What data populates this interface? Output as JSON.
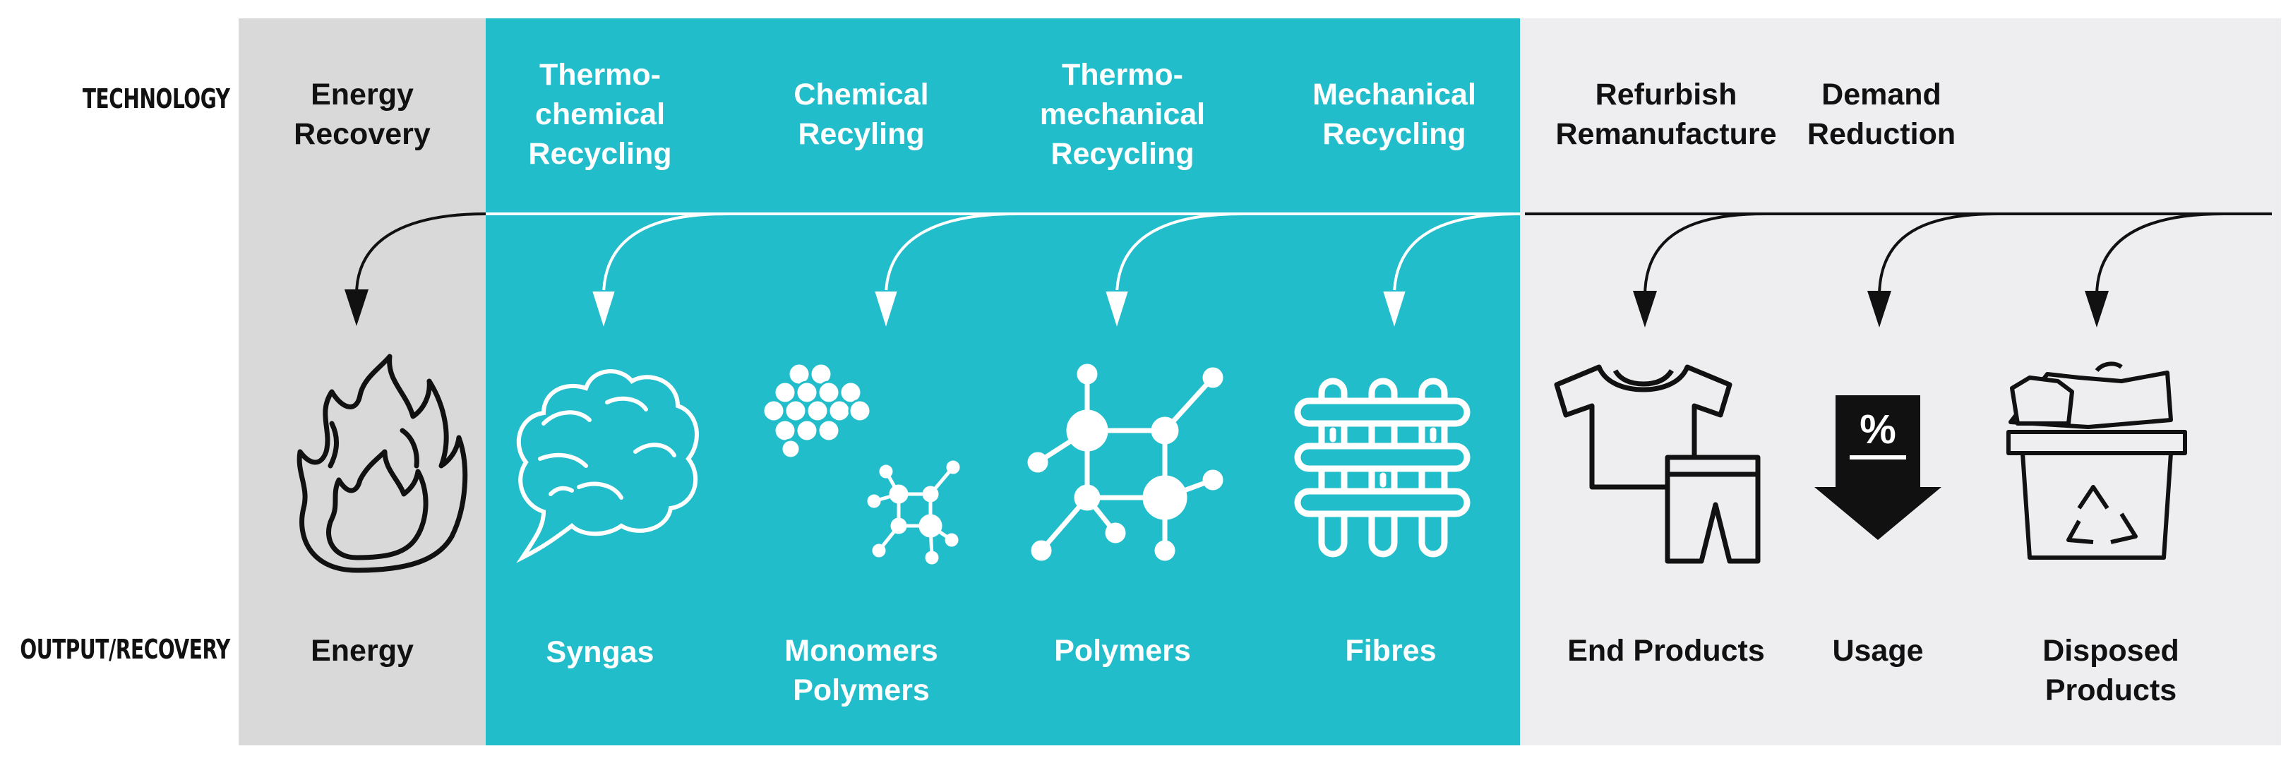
{
  "row_labels": {
    "technology": "TECHNOLOGY",
    "output": "OUTPUT/RECOVERY"
  },
  "columns": [
    {
      "technology": "Energy\nRecovery",
      "output": "Energy"
    },
    {
      "technology": "Thermo-\nchemical\nRecycling",
      "output": "Syngas"
    },
    {
      "technology": "Chemical\nRecyling",
      "output": "Monomers\nPolymers"
    },
    {
      "technology": "Thermo-\nmechanical\nRecycling",
      "output": "Polymers"
    },
    {
      "technology": "Mechanical\nRecycling",
      "output": "Fibres"
    },
    {
      "technology": "Refurbish\nRemanufacture",
      "output": "End Products"
    },
    {
      "technology": "Demand\nReduction",
      "output": "Usage"
    },
    {
      "technology": "",
      "output": "Disposed\nProducts"
    }
  ],
  "icons": [
    "fire-icon",
    "cloud-icon",
    "molecule-cluster-icon",
    "molecule-network-icon",
    "woven-fibres-icon",
    "clothing-icon",
    "discount-arrow-icon",
    "recycling-bin-icon"
  ],
  "badge": {
    "percent": "%"
  },
  "colors": {
    "teal": "#22bdcb",
    "gray": "#d9d9da",
    "light": "#eeeef0",
    "ink": "#111111",
    "white": "#ffffff"
  }
}
